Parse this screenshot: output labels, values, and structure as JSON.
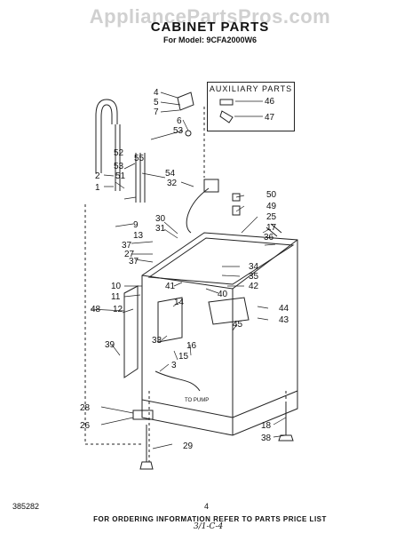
{
  "watermark": "AppliancePartsPros.com",
  "title": "CABINET PARTS",
  "model_line": "For Model: 9CFA2000W6",
  "auxiliary": {
    "heading": "AUXILIARY PARTS",
    "labels": [
      "46",
      "47"
    ]
  },
  "callouts": [
    "4",
    "5",
    "7",
    "6",
    "53",
    "52",
    "55",
    "53",
    "2",
    "1",
    "51",
    "54",
    "32",
    "50",
    "49",
    "25",
    "17",
    "36",
    "9",
    "30",
    "31",
    "13",
    "37",
    "27",
    "37",
    "34",
    "35",
    "42",
    "10",
    "11",
    "41",
    "40",
    "14",
    "12",
    "48",
    "44",
    "43",
    "45",
    "33",
    "16",
    "15",
    "3",
    "39",
    "28",
    "26",
    "18",
    "38",
    "29"
  ],
  "to_pump": "TO PUMP",
  "footer_note": "FOR ORDERING INFORMATION REFER TO PARTS PRICE LIST",
  "doc_code": "385282",
  "page_number": "4",
  "handwritten": "3/1-C-4"
}
